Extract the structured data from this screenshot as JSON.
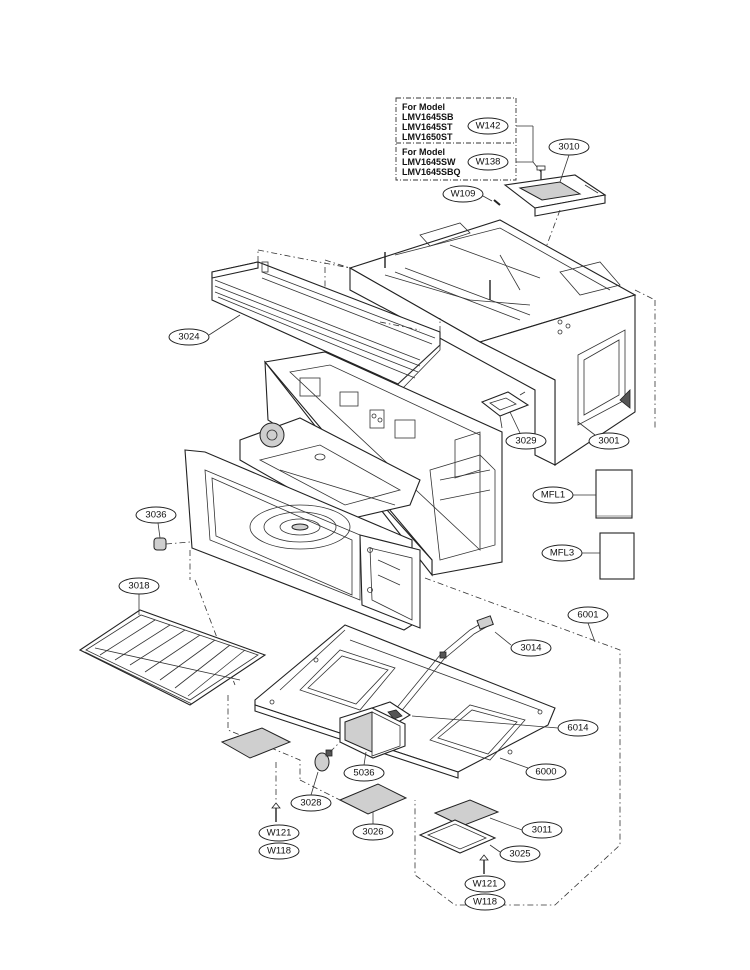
{
  "model_box": {
    "group1_lines": [
      "For Model",
      "LMV1645SB",
      "LMV1645ST",
      "LMV1650ST"
    ],
    "group1_part": "W142",
    "group2_lines": [
      "For Model",
      "LMV1645SW",
      "LMV1645SBQ"
    ],
    "group2_part": "W138"
  },
  "callouts": {
    "p3010": "3010",
    "w109": "W109",
    "p3024": "3024",
    "p3029": "3029",
    "p3001": "3001",
    "mfl1": "MFL1",
    "mfl3": "MFL3",
    "p3036": "3036",
    "p3018": "3018",
    "p6001": "6001",
    "p3014": "3014",
    "p6014": "6014",
    "p5036": "5036",
    "p6000": "6000",
    "p3028": "3028",
    "p3026": "3026",
    "p3011": "3011",
    "p3025": "3025",
    "w121_left": "W121",
    "w118_left": "W118",
    "w121_right": "W121",
    "w118_right": "W118"
  }
}
